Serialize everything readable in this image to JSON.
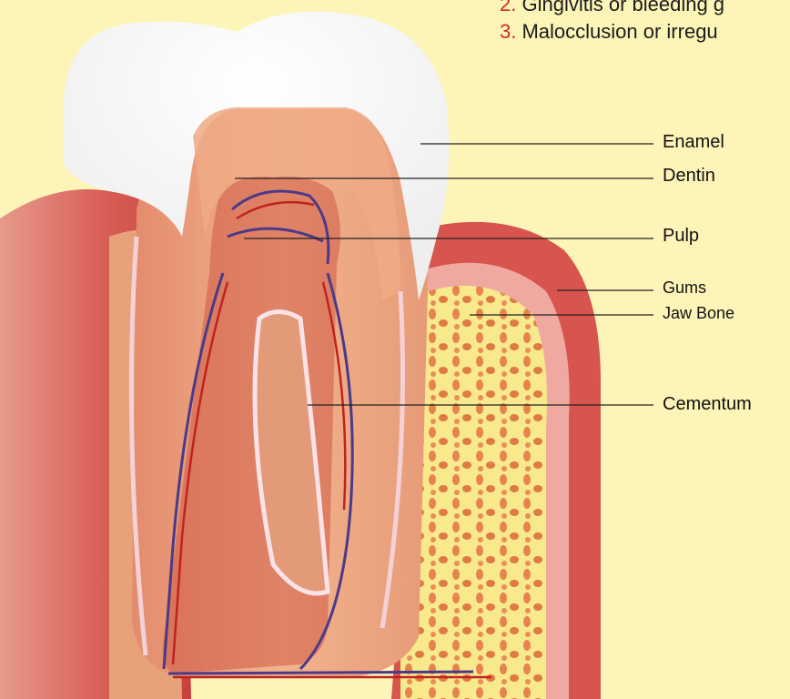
{
  "header_list": [
    {
      "num": "2.",
      "text": " Gingivitis or bleeding g"
    },
    {
      "num": "3.",
      "text": " Malocclusion or irregu"
    }
  ],
  "labels": {
    "enamel": "Enamel",
    "dentin": "Dentin",
    "pulp": "Pulp",
    "gums": "Gums",
    "jaw_bone": "Jaw Bone",
    "cementum": "Cementum"
  },
  "colors": {
    "background": "#fdf4b8",
    "enamel": "#ffffff",
    "dentin": "#e8a37e",
    "pulp": "#c94a3a",
    "gums": "#d9534c",
    "bone": "#f8e98c",
    "list_number": "#d12a2a"
  }
}
